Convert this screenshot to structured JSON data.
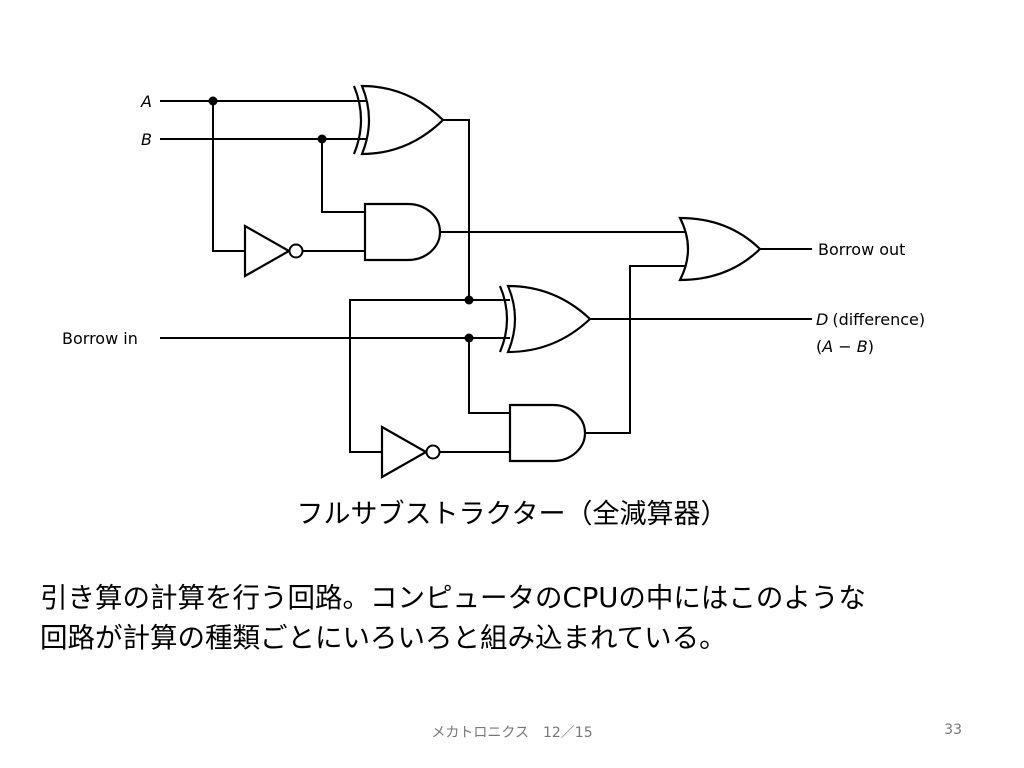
{
  "diagram": {
    "input_a": "A",
    "input_b": "B",
    "borrow_in": "Borrow in",
    "borrow_out": "Borrow out",
    "difference_var": "D",
    "difference_label": "(difference)",
    "difference_formula_open": "(",
    "difference_formula_a": "A",
    "difference_formula_minus": " − ",
    "difference_formula_b": "B",
    "difference_formula_close": ")"
  },
  "caption": "フルサブストラクター（全減算器）",
  "body": {
    "line1": "引き算の計算を行う回路。コンピュータのCPUの中にはこのような",
    "line2": "回路が計算の種類ごとにいろいろと組み込まれている。"
  },
  "footer": {
    "title": "メカトロニクス　12／15",
    "page_number": "33"
  }
}
